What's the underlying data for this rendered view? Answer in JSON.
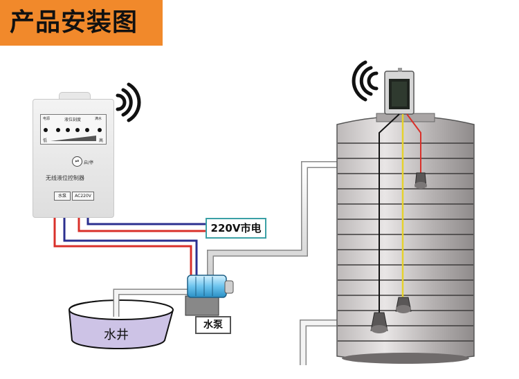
{
  "banner": {
    "title": "产品安装图",
    "color": "#f1892b"
  },
  "controller": {
    "indicator_left": "电源",
    "indicator_center": "液位刻度",
    "indicator_right": "满水",
    "scale_low": "低",
    "scale_high": "高",
    "button_label": "启/停",
    "device_name": "无线液位控制器",
    "terminal_pump": "水泵",
    "terminal_power": "AC220V"
  },
  "labels": {
    "mains_power": "220V市电",
    "pump": "水泵",
    "well": "水井"
  },
  "colors": {
    "live_wire": "#d9302a",
    "neutral_wire": "#2b2f8f",
    "label_border": "#3aa0a5",
    "float_wire": "#e5d22c"
  }
}
